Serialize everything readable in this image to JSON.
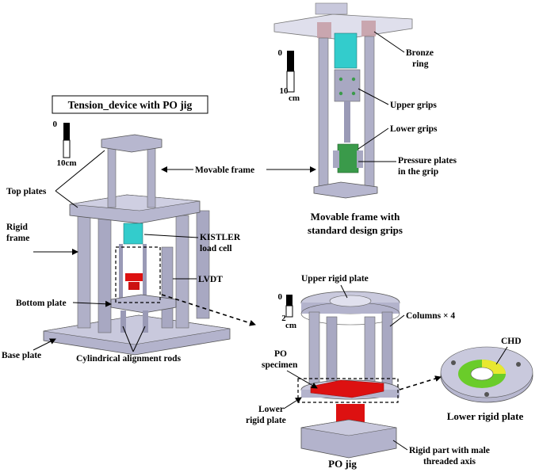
{
  "title": "Tension_device with PO jig",
  "colors": {
    "frame": "#b3b3cc",
    "frame_dark": "#8a8aa6",
    "frame_light": "#d4d4e6",
    "load_cell": "#33cccc",
    "red": "#dd1111",
    "green_grip": "#3a9a4a",
    "chd_green": "#6acc2a",
    "chd_yellow": "#e8e830",
    "bronze": "#c7a0a8"
  },
  "scale_bars": [
    {
      "top": "0",
      "bottom": "10cm"
    },
    {
      "top": "0",
      "bottom": "10",
      "unit": "cm"
    },
    {
      "top": "0",
      "bottom": "2",
      "unit": "cm"
    }
  ],
  "labels": {
    "top_plates": "Top plates",
    "rigid_frame_1": "Rigid",
    "rigid_frame_2": "frame",
    "bottom_plate": "Bottom plate",
    "base_plate": "Base plate",
    "cylindrical_rods": "Cylindrical alignment rods",
    "movable_frame": "Movable  frame",
    "kistler_1": "KISTLER",
    "kistler_2": "load cell",
    "lvdt": "LVDT",
    "bronze_1": "Bronze",
    "bronze_2": "ring",
    "upper_grips": "Upper grips",
    "lower_grips": "Lower grips",
    "pressure_1": "Pressure plates",
    "pressure_2": "in the grip",
    "movable_caption_1": "Movable frame with",
    "movable_caption_2": "standard design grips",
    "upper_rigid_plate": "Upper rigid plate",
    "columns": "Columns × 4",
    "po_specimen_1": "PO",
    "po_specimen_2": "specimen",
    "lower_rigid_1": "Lower",
    "lower_rigid_2": "rigid plate",
    "chd": "CHD",
    "lower_rigid_plate_caption": "Lower rigid plate",
    "po_jig": "PO jig",
    "rigid_part_1": "Rigid part with male",
    "rigid_part_2": "threaded axis"
  }
}
